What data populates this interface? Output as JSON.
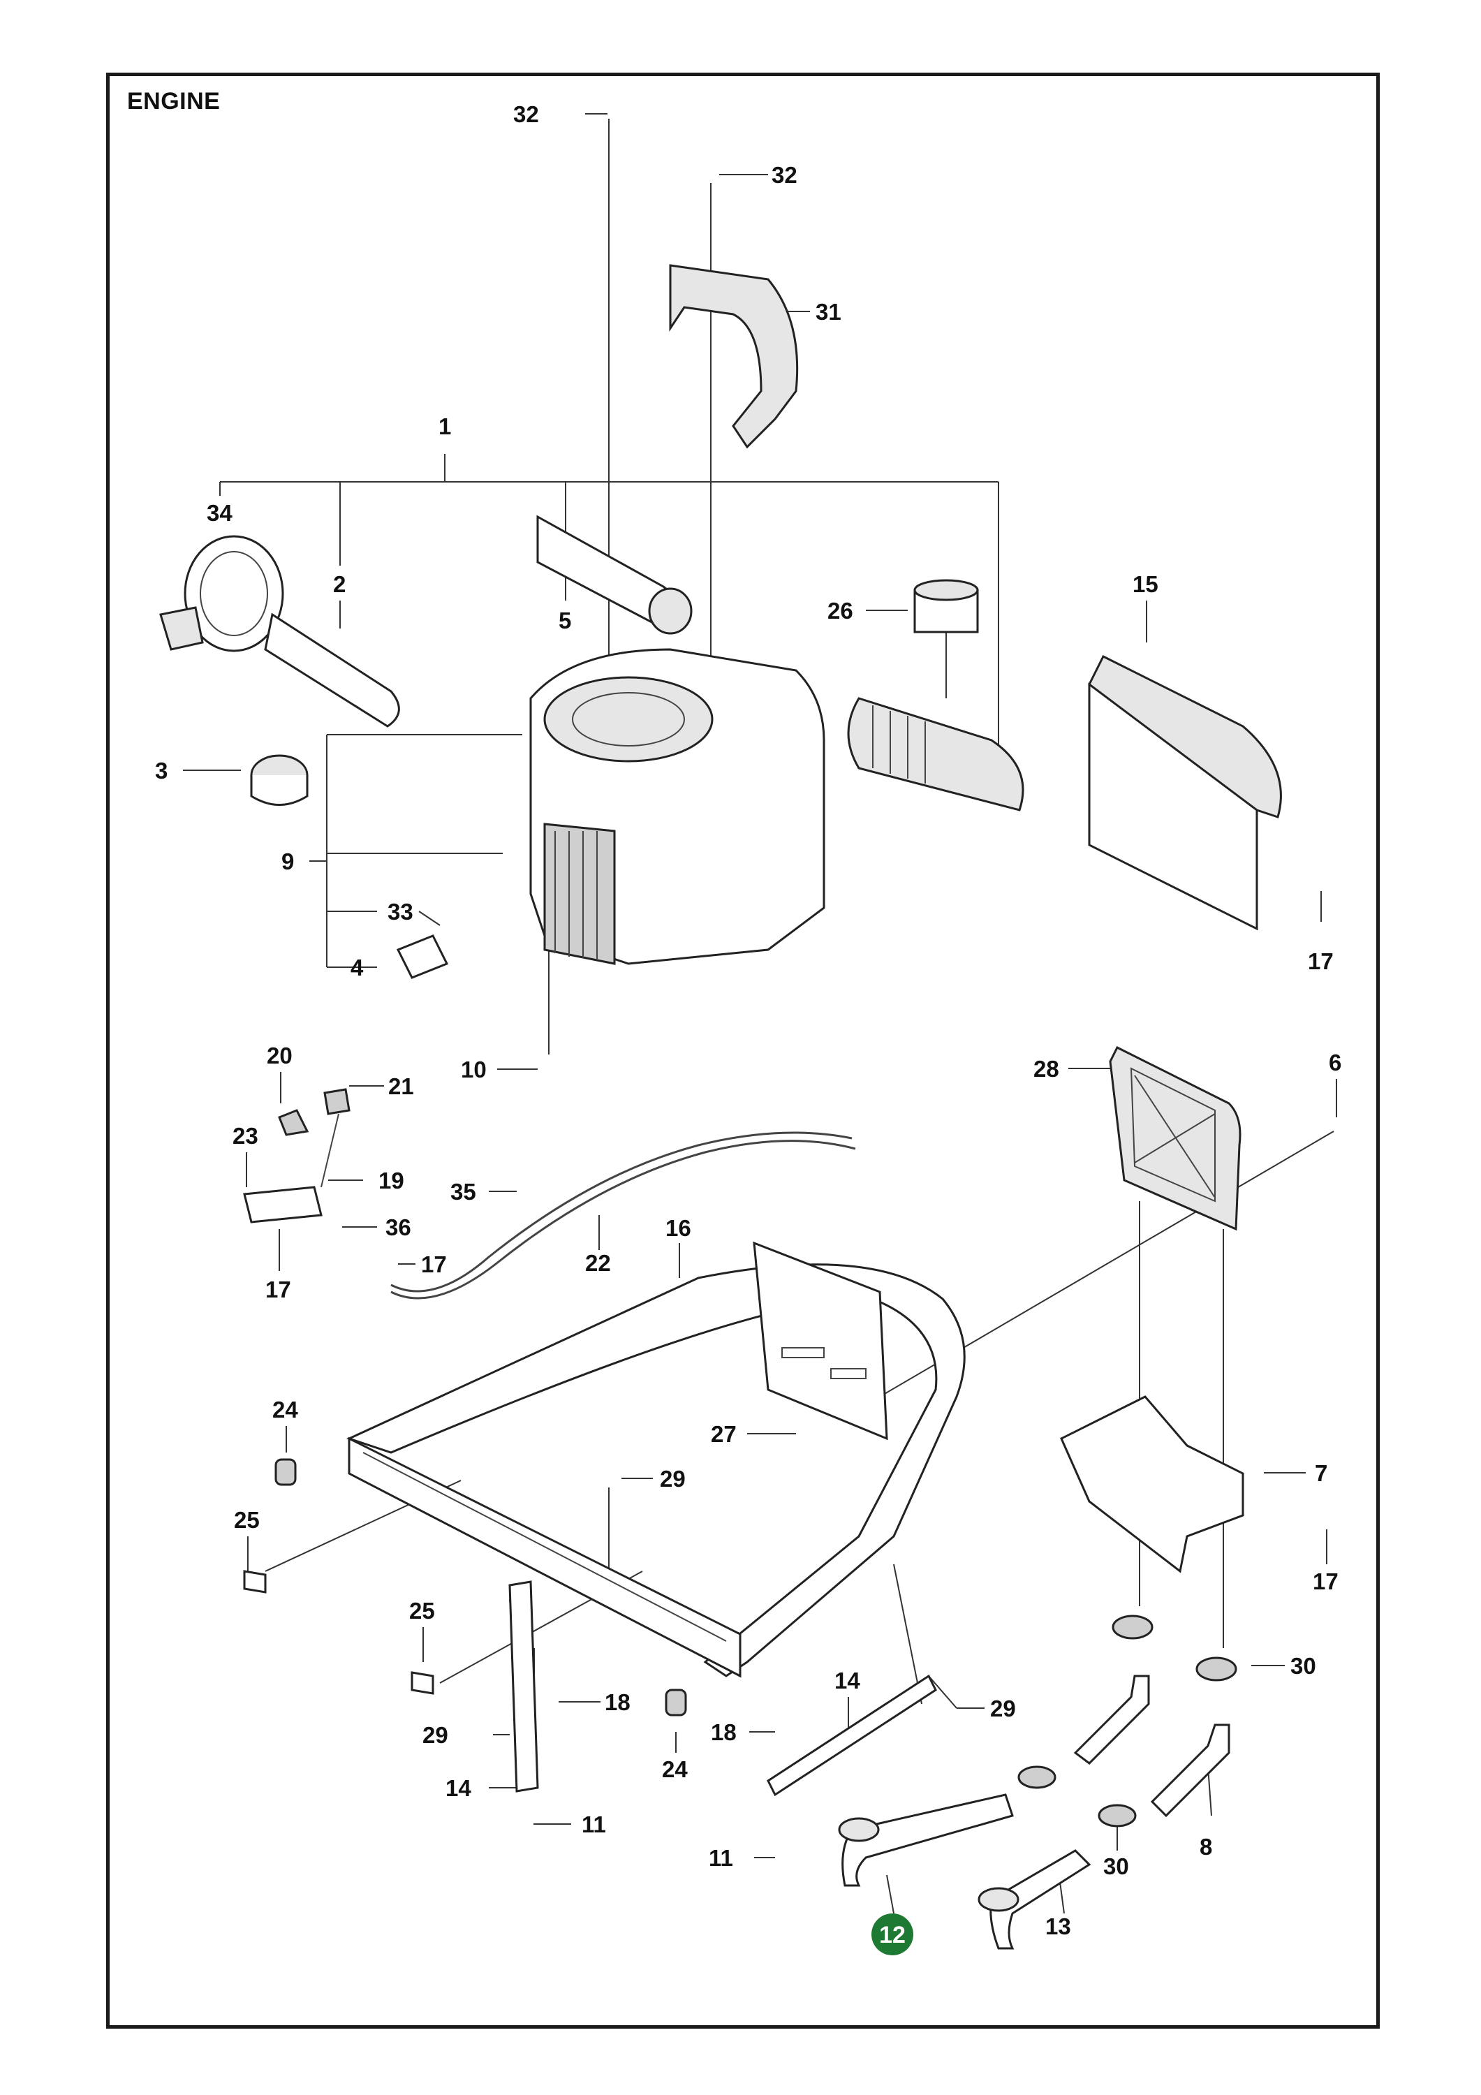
{
  "diagram": {
    "title": "ENGINE",
    "highlight_color": "#1e7a32",
    "callouts": [
      "32",
      "32",
      "31",
      "1",
      "34",
      "2",
      "5",
      "26",
      "15",
      "3",
      "9",
      "33",
      "4",
      "10",
      "17",
      "28",
      "6",
      "20",
      "21",
      "23",
      "19",
      "35",
      "36",
      "17",
      "17",
      "22",
      "16",
      "24",
      "29",
      "27",
      "25",
      "7",
      "17",
      "25",
      "18",
      "29",
      "14",
      "18",
      "24",
      "11",
      "14",
      "29",
      "30",
      "8",
      "11",
      "12",
      "30",
      "13"
    ],
    "highlighted_callout": "12"
  }
}
